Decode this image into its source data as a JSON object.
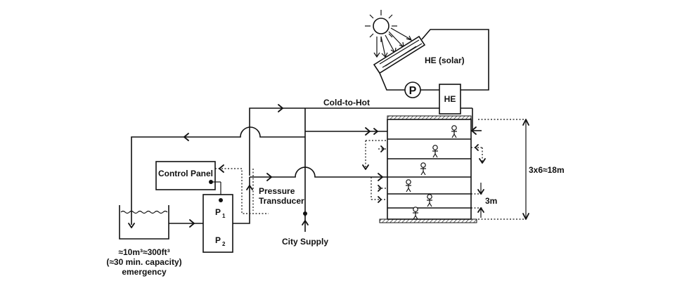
{
  "labels": {
    "he_solar": "HE (solar)",
    "pump": "P",
    "he": "HE",
    "cold_to_hot": "Cold-to-Hot",
    "control_panel": "Control Panel",
    "pressure_line1": "Pressure",
    "pressure_line2": "Transducer",
    "city_supply": "City Supply",
    "p1": "P",
    "p1_sub": "1",
    "p2": "P",
    "p2_sub": "2",
    "height_total": "3x6≈18m",
    "floor_height": "3m",
    "tank_line1": "≈10m³≈300ft³",
    "tank_line2": "(≈30 min. capacity)",
    "tank_line3": "emergency"
  }
}
